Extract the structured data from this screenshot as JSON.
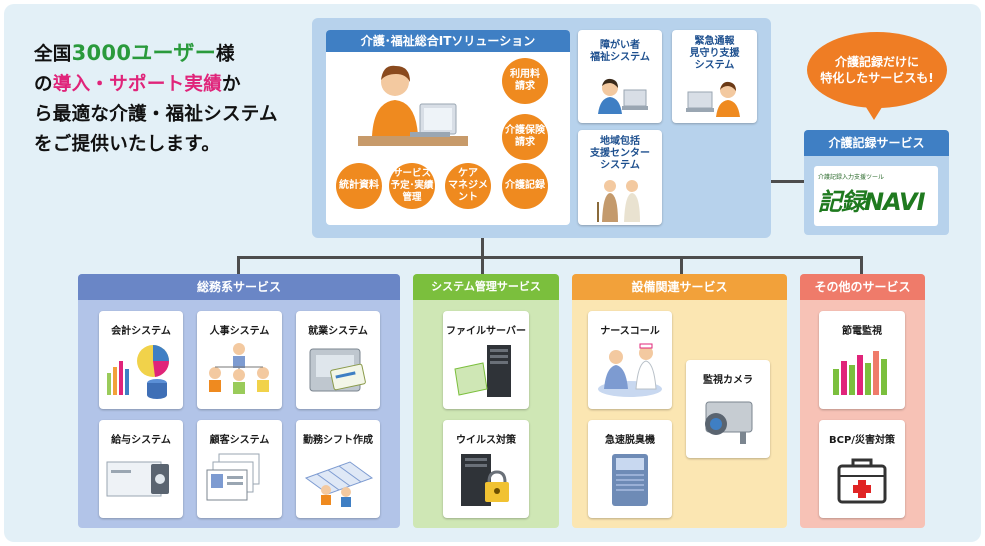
{
  "headline": {
    "l1a": "全国",
    "l1b": "3000ユーザー",
    "l1c": "様",
    "l2a": "の",
    "l2b": "導入・サポート実績",
    "l2c": "か",
    "l3": "ら最適な介護・福祉システム",
    "l4": "をご提供いたします。"
  },
  "it_solution": {
    "title": "介護･福祉総合ITソリューション",
    "circles": [
      "利用料\n請求",
      "介護保険\n請求",
      "統計資料",
      "サービス\n予定･実績\n管理",
      "ケア\nマネジメント",
      "介護記録"
    ]
  },
  "side_cards": [
    "障がい者\n福祉システム",
    "緊急通報\n見守り支援\nシステム",
    "地域包括\n支援センター\nシステム"
  ],
  "record": {
    "bubble": "介護記録だけに\n特化したサービスも!",
    "title": "介護記録サービス",
    "logo_small": "介護記録入力支援ツール",
    "logo_main": "記録NAVI"
  },
  "sections": {
    "general": {
      "title": "総務系サービス",
      "tiles": [
        "会計システム",
        "人事システム",
        "就業システム",
        "給与システム",
        "顧客システム",
        "勤務シフト作成"
      ]
    },
    "sysadmin": {
      "title": "システム管理サービス",
      "tiles": [
        "ファイルサーバー",
        "ウイルス対策"
      ]
    },
    "facility": {
      "title": "設備関連サービス",
      "tiles": [
        "ナースコール",
        "監視カメラ",
        "急速脱臭機"
      ]
    },
    "other": {
      "title": "その他のサービス",
      "tiles": [
        "節電監視",
        "BCP/災害対策"
      ]
    }
  },
  "colors": {
    "general": "#6a86c6",
    "sysadmin": "#7bbf3d",
    "facility": "#f2a13a",
    "other": "#ef7b6a",
    "accent_orange": "#ef8a1f",
    "it_blue": "#3f7fc4"
  }
}
